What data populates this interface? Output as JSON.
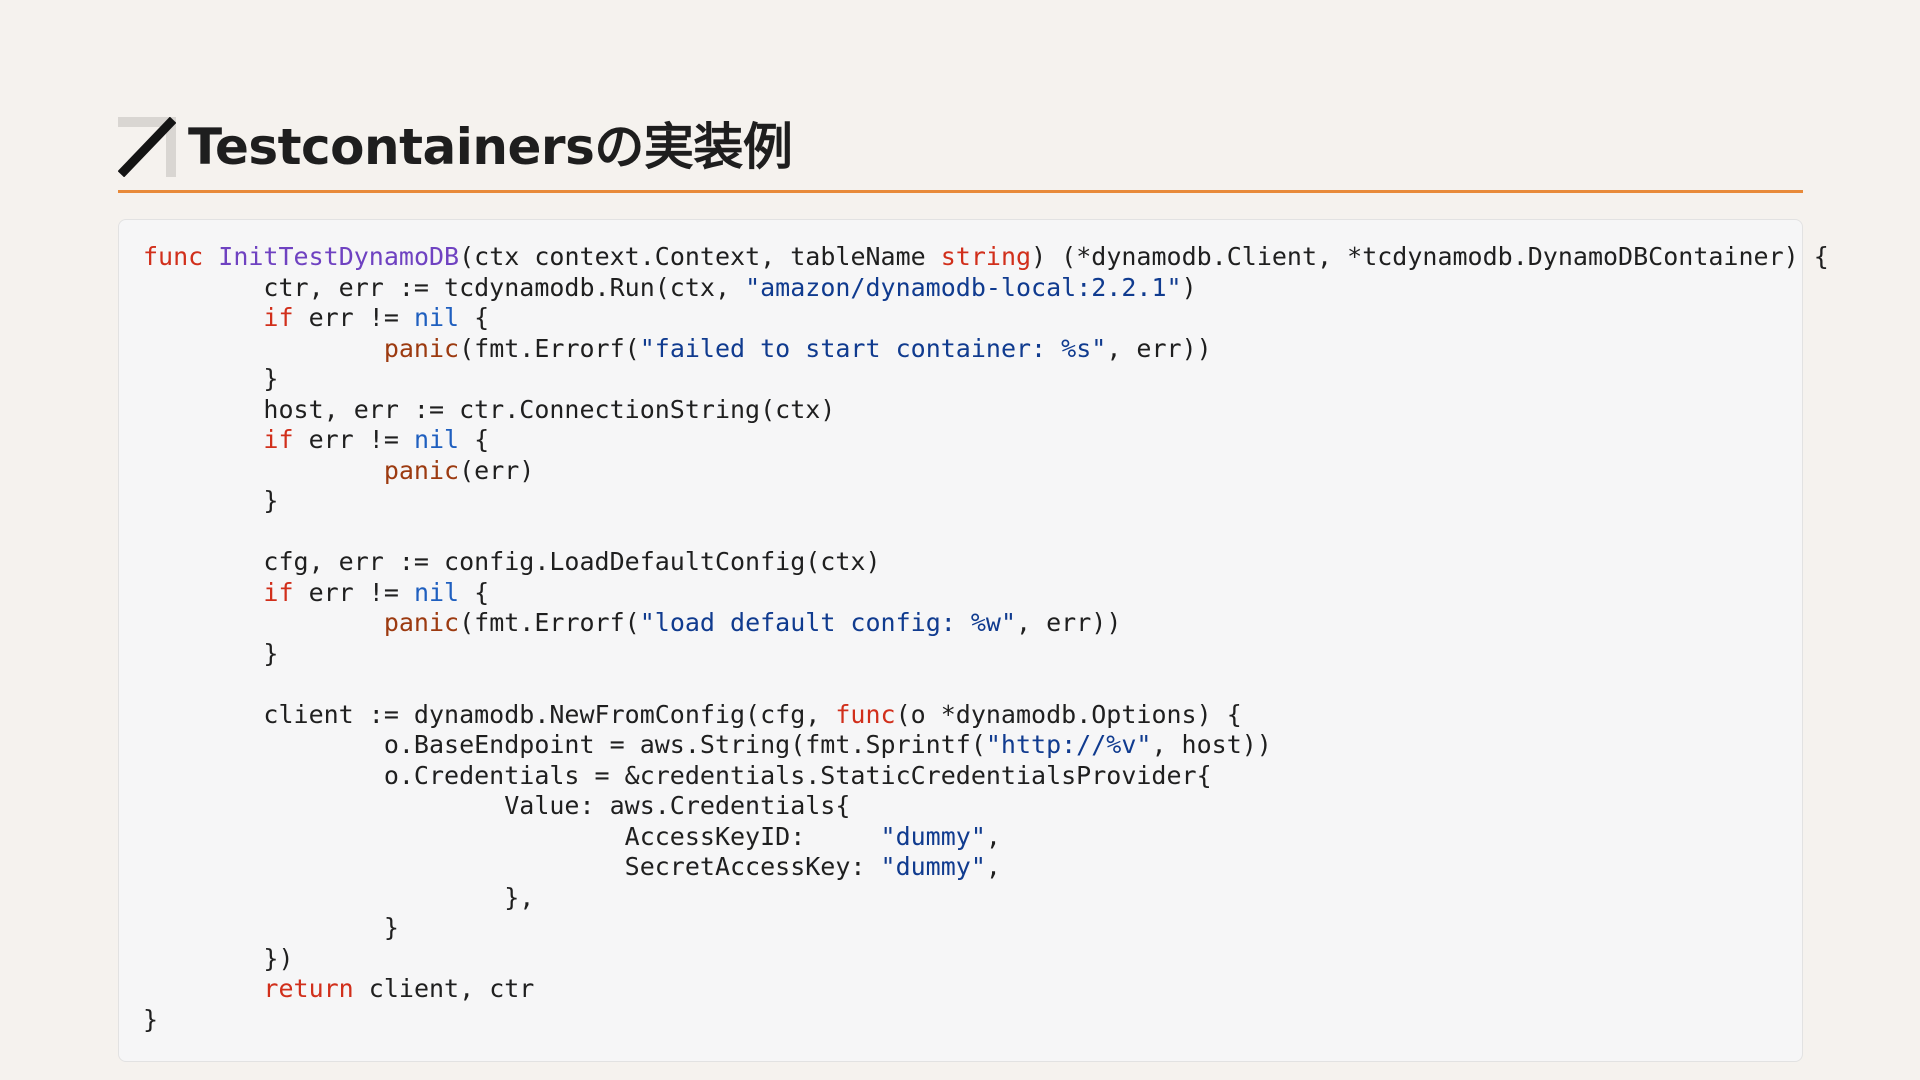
{
  "slide": {
    "title": "Testcontainersの実装例",
    "logo_icon": "slash-logo-icon",
    "accent_color": "#e88a3a"
  },
  "code": {
    "language": "go",
    "lines": [
      [
        {
          "t": "func",
          "c": "kw"
        },
        {
          "t": " "
        },
        {
          "t": "InitTestDynamoDB",
          "c": "fn"
        },
        {
          "t": "(ctx context.Context, tableName "
        },
        {
          "t": "string",
          "c": "kw"
        },
        {
          "t": ") (*dynamodb.Client, *tcdynamodb.DynamoDBContainer) {"
        }
      ],
      [
        {
          "t": "\tctr, err := tcdynamodb.Run(ctx, "
        },
        {
          "t": "\"amazon/dynamodb-local:2.2.1\"",
          "c": "str"
        },
        {
          "t": ")"
        }
      ],
      [
        {
          "t": "\t"
        },
        {
          "t": "if",
          "c": "kw"
        },
        {
          "t": " err != "
        },
        {
          "t": "nil",
          "c": "nil"
        },
        {
          "t": " {"
        }
      ],
      [
        {
          "t": "\t\t"
        },
        {
          "t": "panic",
          "c": "bi"
        },
        {
          "t": "(fmt.Errorf("
        },
        {
          "t": "\"failed to start container: %s\"",
          "c": "str"
        },
        {
          "t": ", err))"
        }
      ],
      [
        {
          "t": "\t}"
        }
      ],
      [
        {
          "t": "\thost, err := ctr.ConnectionString(ctx)"
        }
      ],
      [
        {
          "t": "\t"
        },
        {
          "t": "if",
          "c": "kw"
        },
        {
          "t": " err != "
        },
        {
          "t": "nil",
          "c": "nil"
        },
        {
          "t": " {"
        }
      ],
      [
        {
          "t": "\t\t"
        },
        {
          "t": "panic",
          "c": "bi"
        },
        {
          "t": "(err)"
        }
      ],
      [
        {
          "t": "\t}"
        }
      ],
      [
        {
          "t": ""
        }
      ],
      [
        {
          "t": "\tcfg, err := config.LoadDefaultConfig(ctx)"
        }
      ],
      [
        {
          "t": "\t"
        },
        {
          "t": "if",
          "c": "kw"
        },
        {
          "t": " err != "
        },
        {
          "t": "nil",
          "c": "nil"
        },
        {
          "t": " {"
        }
      ],
      [
        {
          "t": "\t\t"
        },
        {
          "t": "panic",
          "c": "bi"
        },
        {
          "t": "(fmt.Errorf("
        },
        {
          "t": "\"load default config: %w\"",
          "c": "str"
        },
        {
          "t": ", err))"
        }
      ],
      [
        {
          "t": "\t}"
        }
      ],
      [
        {
          "t": ""
        }
      ],
      [
        {
          "t": "\tclient := dynamodb.NewFromConfig(cfg, "
        },
        {
          "t": "func",
          "c": "kw"
        },
        {
          "t": "(o *dynamodb.Options) {"
        }
      ],
      [
        {
          "t": "\t\to.BaseEndpoint = aws.String(fmt.Sprintf("
        },
        {
          "t": "\"http://%v\"",
          "c": "str"
        },
        {
          "t": ", host))"
        }
      ],
      [
        {
          "t": "\t\to.Credentials = &credentials.StaticCredentialsProvider{"
        }
      ],
      [
        {
          "t": "\t\t\tValue: aws.Credentials{"
        }
      ],
      [
        {
          "t": "\t\t\t\tAccessKeyID:     "
        },
        {
          "t": "\"dummy\"",
          "c": "str"
        },
        {
          "t": ","
        }
      ],
      [
        {
          "t": "\t\t\t\tSecretAccessKey: "
        },
        {
          "t": "\"dummy\"",
          "c": "str"
        },
        {
          "t": ","
        }
      ],
      [
        {
          "t": "\t\t\t},"
        }
      ],
      [
        {
          "t": "\t\t}"
        }
      ],
      [
        {
          "t": "\t})"
        }
      ],
      [
        {
          "t": "\t"
        },
        {
          "t": "return",
          "c": "kw"
        },
        {
          "t": " client, ctr"
        }
      ],
      [
        {
          "t": "}"
        }
      ]
    ]
  }
}
